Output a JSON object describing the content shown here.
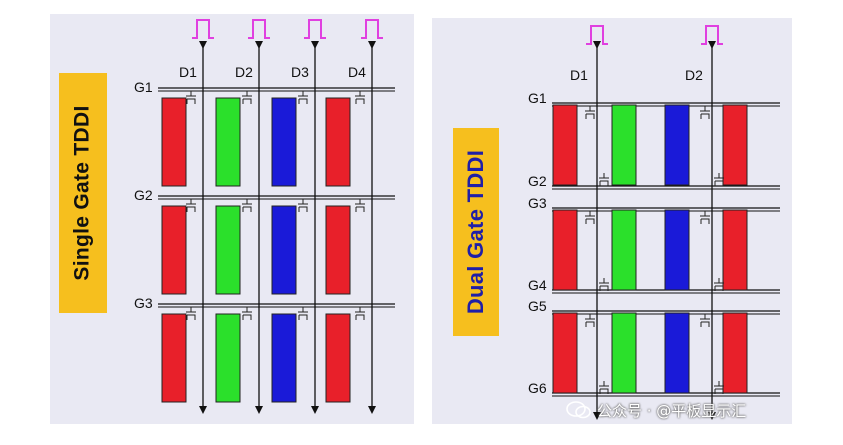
{
  "left_panel": {
    "title": "Single Gate TDDI",
    "data_lines": [
      "D1",
      "D2",
      "D3",
      "D4"
    ],
    "gate_lines": [
      "G1",
      "G2",
      "G3"
    ]
  },
  "right_panel": {
    "title": "Dual Gate TDDI",
    "data_lines": [
      "D1",
      "D2"
    ],
    "gate_lines": [
      "G1",
      "G2",
      "G3",
      "G4",
      "G5",
      "G6"
    ]
  },
  "colors": {
    "panel_background": "#e9e9f3",
    "title_background": "#f6bf1e",
    "red_subpixel": "#e8202a",
    "green_subpixel": "#2be02b",
    "blue_subpixel": "#1a1ad8",
    "pulse": "#e040e0"
  },
  "watermark": "公众号 · @平板显示汇"
}
